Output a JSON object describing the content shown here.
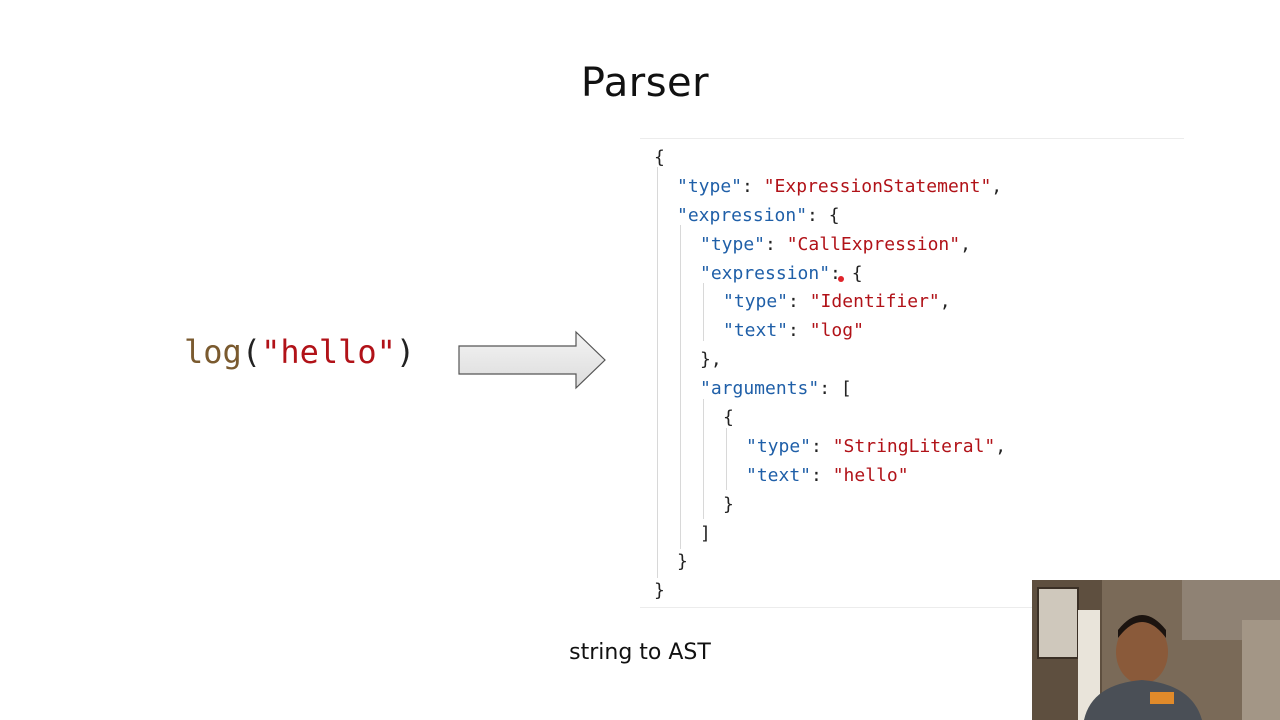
{
  "slide": {
    "title": "Parser",
    "caption": "string to AST"
  },
  "source": {
    "fn": "log",
    "open": "(",
    "arg": "\"hello\"",
    "close": ")"
  },
  "ast_lines": [
    [
      {
        "t": "{",
        "c": "p"
      }
    ],
    [
      {
        "t": "\"type\"",
        "c": "k"
      },
      {
        "t": ": ",
        "c": "p"
      },
      {
        "t": "\"ExpressionStatement\"",
        "c": "s"
      },
      {
        "t": ",",
        "c": "p"
      }
    ],
    [
      {
        "t": "\"expression\"",
        "c": "k"
      },
      {
        "t": ": {",
        "c": "p"
      }
    ],
    [
      {
        "t": "\"type\"",
        "c": "k"
      },
      {
        "t": ": ",
        "c": "p"
      },
      {
        "t": "\"CallExpression\"",
        "c": "s"
      },
      {
        "t": ",",
        "c": "p"
      }
    ],
    [
      {
        "t": "\"expression\"",
        "c": "k"
      },
      {
        "t": ": {",
        "c": "p"
      }
    ],
    [
      {
        "t": "\"type\"",
        "c": "k"
      },
      {
        "t": ": ",
        "c": "p"
      },
      {
        "t": "\"Identifier\"",
        "c": "s"
      },
      {
        "t": ",",
        "c": "p"
      }
    ],
    [
      {
        "t": "\"text\"",
        "c": "k"
      },
      {
        "t": ": ",
        "c": "p"
      },
      {
        "t": "\"log\"",
        "c": "s"
      }
    ],
    [
      {
        "t": "},",
        "c": "p"
      }
    ],
    [
      {
        "t": "\"arguments\"",
        "c": "k"
      },
      {
        "t": ": [",
        "c": "p"
      }
    ],
    [
      {
        "t": "{",
        "c": "p"
      }
    ],
    [
      {
        "t": "\"type\"",
        "c": "k"
      },
      {
        "t": ": ",
        "c": "p"
      },
      {
        "t": "\"StringLiteral\"",
        "c": "s"
      },
      {
        "t": ",",
        "c": "p"
      }
    ],
    [
      {
        "t": "\"text\"",
        "c": "k"
      },
      {
        "t": ": ",
        "c": "p"
      },
      {
        "t": "\"hello\"",
        "c": "s"
      }
    ],
    [
      {
        "t": "}",
        "c": "p"
      }
    ],
    [
      {
        "t": "]",
        "c": "p"
      }
    ],
    [
      {
        "t": "}",
        "c": "p"
      }
    ],
    [
      {
        "t": "}",
        "c": "p"
      }
    ]
  ],
  "colors": {
    "key": "#1f5fa8",
    "string": "#b11218",
    "punctuation": "#222222",
    "function": "#7a5a2f",
    "cursor": "#e0242a"
  },
  "icons": {
    "arrow": "right-arrow-icon"
  }
}
